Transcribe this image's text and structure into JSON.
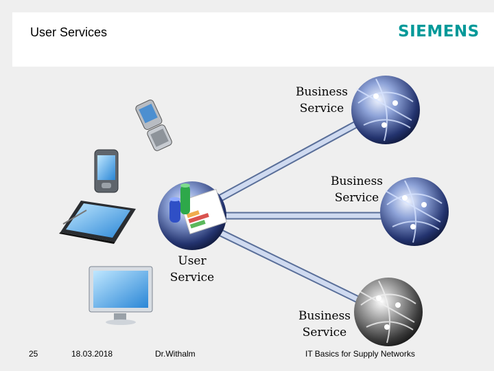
{
  "header": {
    "title": "User Services",
    "logo_text": "SIEMENS",
    "logo_color": "#009999"
  },
  "diagram": {
    "user_service": {
      "line1": "User",
      "line2": "Service"
    },
    "business_services": [
      {
        "line1": "Business",
        "line2": "Service"
      },
      {
        "line1": "Business",
        "line2": "Service"
      },
      {
        "line1": "Business",
        "line2": "Service"
      }
    ],
    "devices": [
      "mobile-phone-icon",
      "pda-icon",
      "tablet-pc-icon",
      "desktop-monitor-icon"
    ]
  },
  "footer": {
    "page_number": "25",
    "date": "18.03.2018",
    "author": "Dr.Withalm",
    "course": "IT Basics for Supply Networks"
  }
}
